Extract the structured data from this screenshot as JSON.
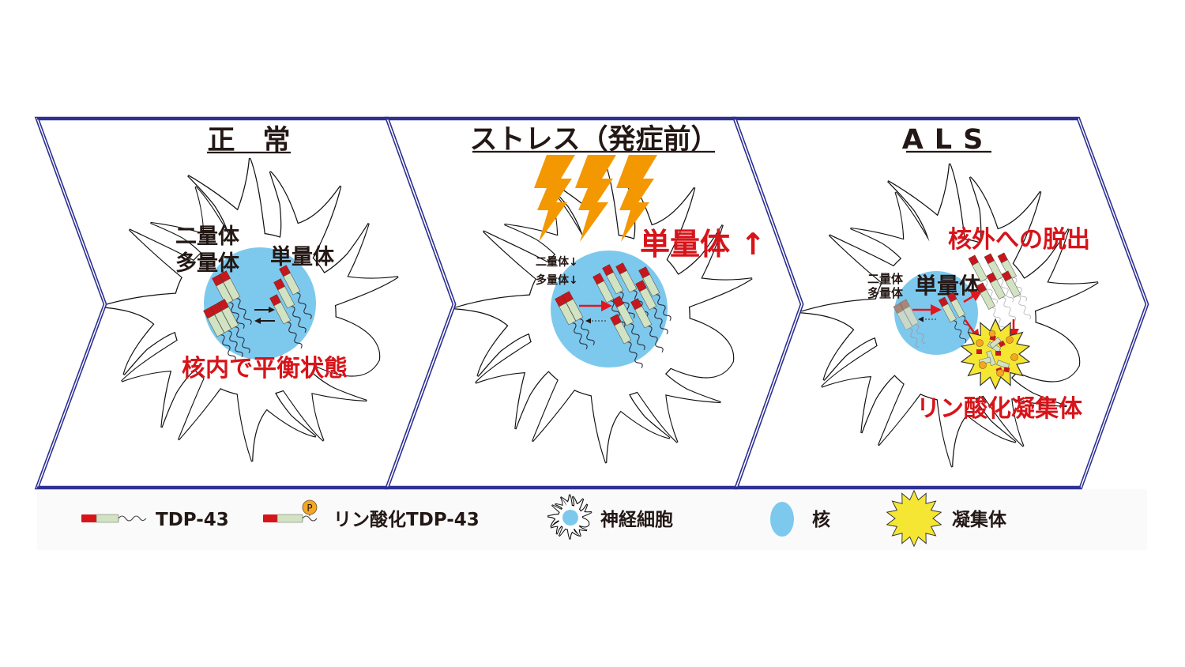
{
  "panels": [
    {
      "title": "正　常",
      "dimer_label": "二量体",
      "multimer_label": "多量体",
      "monomer_label": "単量体",
      "caption": "核内で平衡状態"
    },
    {
      "title": "ストレス（発症前）",
      "dimer_label": "二量体↓",
      "multimer_label": "多量体↓",
      "monomer_label": "単量体 ↑"
    },
    {
      "title": "ALS",
      "dimer_label": "二量体",
      "multimer_label": "多量体",
      "monomer_label": "単量体",
      "export_label": "核外への脱出",
      "aggregate_label": "リン酸化凝集体"
    }
  ],
  "legend": {
    "items": [
      {
        "icon": "tdp43-icon",
        "label": "TDP-43"
      },
      {
        "icon": "phospho-tdp43-icon",
        "label": "リン酸化TDP-43"
      },
      {
        "icon": "neuron-icon",
        "label": "神経細胞"
      },
      {
        "icon": "nucleus-icon",
        "label": "核"
      },
      {
        "icon": "aggregate-icon",
        "label": "凝集体"
      }
    ],
    "phospho_mark": "P"
  },
  "colors": {
    "frame": "#2e3192",
    "nucleus": "#7dc9ee",
    "tdp_cap": "#c8161d",
    "tdp_body": "#d2e3c4",
    "red_text": "#d7141a",
    "lightning": "#f39800",
    "aggregate": "#f5e634",
    "phospho": "#f5a623"
  }
}
